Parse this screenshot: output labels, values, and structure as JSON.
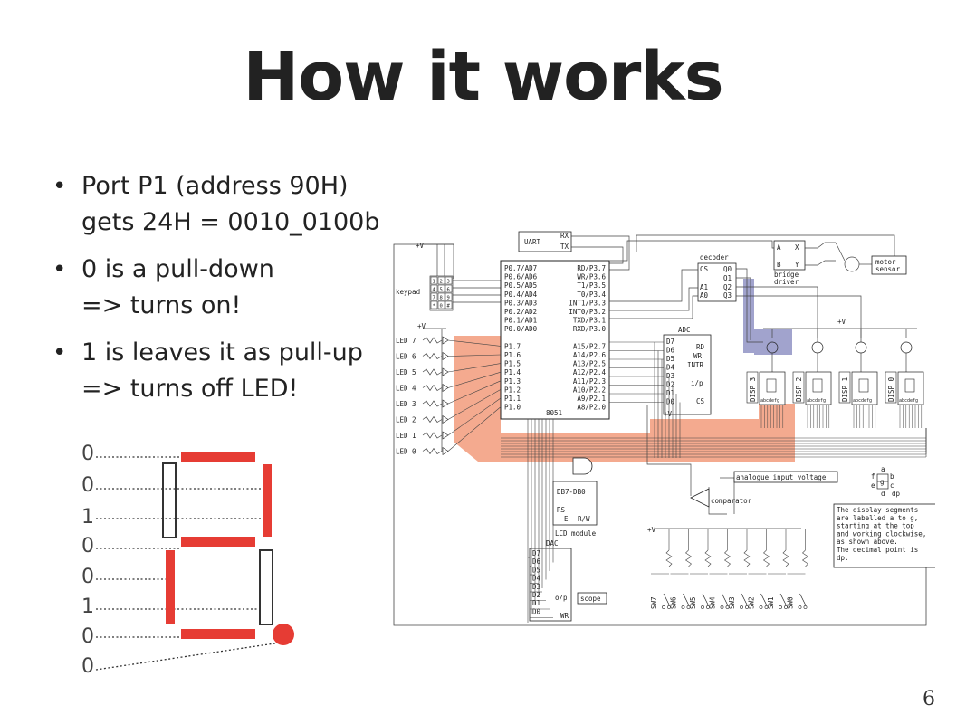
{
  "slide": {
    "title": "How it works",
    "page_number": "6",
    "bullets": [
      {
        "lines": [
          "Port P1 (address 90H)",
          "gets 24H = 0010_0100b"
        ]
      },
      {
        "lines": [
          "0 is a pull-down",
          "=> turns on!"
        ]
      },
      {
        "lines": [
          "1 is leaves it as pull-up",
          "=> turns off LED!"
        ]
      }
    ]
  },
  "segment_bits": [
    "0",
    "0",
    "1",
    "0",
    "0",
    "1",
    "0",
    "0"
  ],
  "colors": {
    "segment_on": "#e63c34",
    "segment_off_outline": "#333333",
    "highlight_orange": "#f08d6a",
    "highlight_blue": "#8a8cc0"
  },
  "schematic": {
    "uart": {
      "label": "UART",
      "rx": "RX",
      "tx": "TX"
    },
    "decoder": {
      "label": "decoder",
      "pins_left": [
        "CS",
        "A1",
        "A0"
      ],
      "pins_right": [
        "Q0",
        "Q1",
        "Q2",
        "Q3"
      ]
    },
    "bridge": {
      "label": "bridge",
      "label2": "driver",
      "a": "A",
      "b": "B",
      "x": "X",
      "y": "Y"
    },
    "motor": {
      "label": "motor",
      "label2": "sensor"
    },
    "keypad": {
      "label": "keypad",
      "keys": [
        "1",
        "2",
        "3",
        "4",
        "5",
        "6",
        "7",
        "8",
        "9",
        "*",
        "0",
        "#"
      ]
    },
    "supply_label": "+V",
    "mcu": {
      "label": "8051",
      "left_pins": [
        "P0.7/AD7",
        "P0.6/AD6",
        "P0.5/AD5",
        "P0.4/AD4",
        "P0.3/AD3",
        "P0.2/AD2",
        "P0.1/AD1",
        "P0.0/AD0",
        "",
        "P1.7",
        "P1.6",
        "P1.5",
        "P1.4",
        "P1.3",
        "P1.2",
        "P1.1",
        "P1.0"
      ],
      "right_pins": [
        "RD/P3.7",
        "WR/P3.6",
        "T1/P3.5",
        "T0/P3.4",
        "INT1/P3.3",
        "INT0/P3.2",
        "TXD/P3.1",
        "RXD/P3.0",
        "",
        "A15/P2.7",
        "A14/P2.6",
        "A13/P2.5",
        "A12/P2.4",
        "A11/P2.3",
        "A10/P2.2",
        "A9/P2.1",
        "A8/P2.0"
      ]
    },
    "leds": [
      "LED 7",
      "LED 6",
      "LED 5",
      "LED 4",
      "LED 3",
      "LED 2",
      "LED 1",
      "LED 0"
    ],
    "adc": {
      "label": "ADC",
      "pins": [
        "D7",
        "D6",
        "D5",
        "D4",
        "D3",
        "D2",
        "D1",
        "D0"
      ],
      "right": [
        "RD",
        "WR",
        "INTR",
        "",
        "i/p",
        "",
        "CS"
      ]
    },
    "displays": [
      "DISP 3",
      "DISP 2",
      "DISP 1",
      "DISP 0"
    ],
    "display_segments_text": "abcdefg",
    "analogue_label": "analogue input voltage",
    "comparator_label": "comparator",
    "lcd": {
      "label": "LCD module",
      "pins": [
        "DB7-DB0",
        "RS",
        "E",
        "R/W"
      ]
    },
    "dac": {
      "label": "DAC",
      "pins": [
        "D7",
        "D6",
        "D5",
        "D4",
        "D3",
        "D2",
        "D1",
        "D0"
      ],
      "op": "o/p",
      "wr": "WR"
    },
    "scope_label": "scope",
    "switches": [
      "SW7",
      "SW6",
      "SW5",
      "SW4",
      "SW3",
      "SW2",
      "SW1",
      "SW0"
    ],
    "seg_legend": {
      "a": "a",
      "b": "b",
      "c": "c",
      "d": "d",
      "e": "e",
      "f": "f",
      "g": "g",
      "dp": "dp"
    },
    "note_lines": [
      "The display segments",
      "are labelled a to g,",
      "starting at the top",
      "and working clockwise,",
      "as shown above.",
      "The decimal point is",
      "dp."
    ]
  }
}
